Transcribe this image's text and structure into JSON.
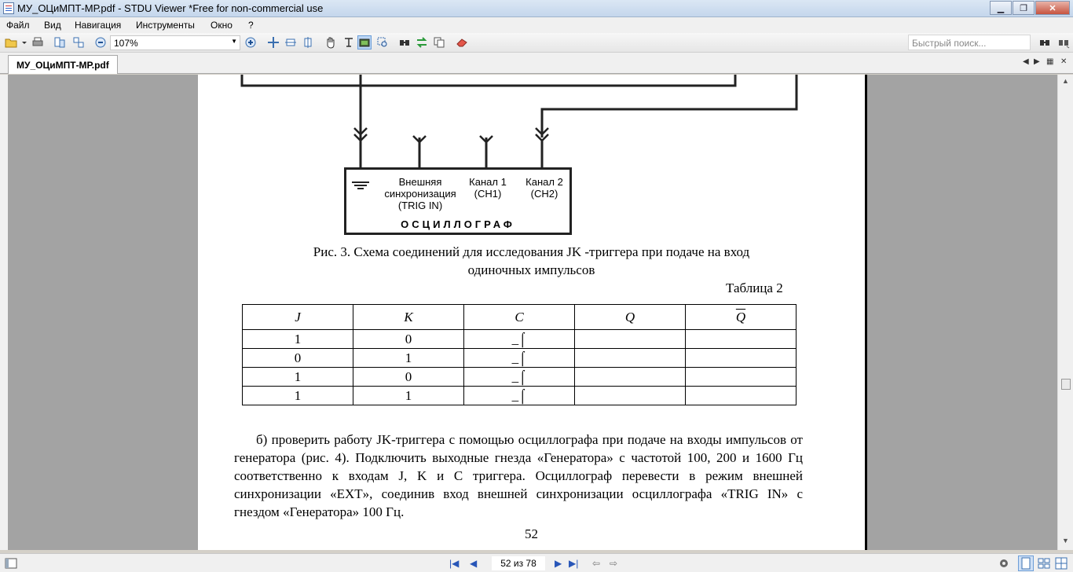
{
  "window": {
    "title": "МУ_ОЦиМПТ-МР.pdf - STDU Viewer *Free for non-commercial use"
  },
  "menu": [
    {
      "label": "Файл"
    },
    {
      "label": "Вид"
    },
    {
      "label": "Навигация"
    },
    {
      "label": "Инструменты"
    },
    {
      "label": "Окно"
    },
    {
      "label": "?"
    }
  ],
  "toolbar": {
    "zoom_value": "107%",
    "search_placeholder": "Быстрый поиск..."
  },
  "tab": {
    "label": "МУ_ОЦиМПТ-МР.pdf"
  },
  "document": {
    "oscilloscope": {
      "ext_sync_line1": "Внешняя",
      "ext_sync_line2": "синхронизация",
      "ext_sync_line3": "(TRIG IN)",
      "ch1_line1": "Канал 1",
      "ch1_line2": "(CH1)",
      "ch2_line1": "Канал 2",
      "ch2_line2": "(CH2)",
      "title": "ОСЦИЛЛОГРАФ"
    },
    "caption_line1": "Рис. 3. Схема соединений для исследования JK -триггера при подаче на вход",
    "caption_line2": "одиночных импульсов",
    "table_label": "Таблица 2",
    "table": {
      "headers": [
        "J",
        "K",
        "C",
        "Q",
        "Q"
      ],
      "rows": [
        [
          "1",
          "0",
          "_⌠",
          "",
          ""
        ],
        [
          "0",
          "1",
          "_⌠",
          "",
          ""
        ],
        [
          "1",
          "0",
          "_⌠",
          "",
          ""
        ],
        [
          "1",
          "1",
          "_⌠",
          "",
          ""
        ]
      ]
    },
    "paragraph": "б) проверить работу JK-триггера с помощью осциллографа при подаче на входы импульсов от генератора (рис. 4). Подключить выходные гнезда «Генератора» с частотой 100, 200 и 1600 Гц соответственно к входам J, K и C триггера. Осциллограф перевести в режим внешней синхронизации «EXT», соединив вход внешней синхронизации осциллографа «TRIG IN» с гнездом «Генератора» 100 Гц.",
    "page_number": "52"
  },
  "status": {
    "page_indicator": "52 из 78"
  }
}
